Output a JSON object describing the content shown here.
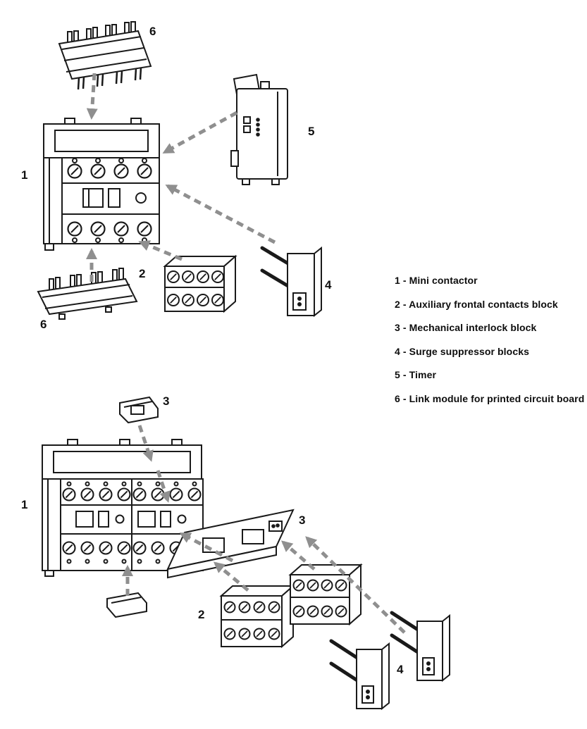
{
  "legend": {
    "items": [
      "1 - Mini contactor",
      "2 - Auxiliary frontal contacts block",
      "3 - Mechanical interlock block",
      "4 - Surge suppressor blocks",
      "5 - Timer",
      "6 - Link module for printed circuit board"
    ]
  },
  "part_labels": {
    "top": {
      "link_module_top": "6",
      "contactor": "1",
      "timer": "5",
      "aux_block": "2",
      "surge_suppressor": "4",
      "link_module_bottom": "6"
    },
    "bottom": {
      "interlock_top": "3",
      "contactor": "1",
      "interlock_plate": "3",
      "aux_block": "2",
      "surge_suppressor": "4"
    }
  },
  "colors": {
    "line": "#1a1a1a",
    "arrow": "#8f8f8f",
    "background": "#ffffff"
  }
}
